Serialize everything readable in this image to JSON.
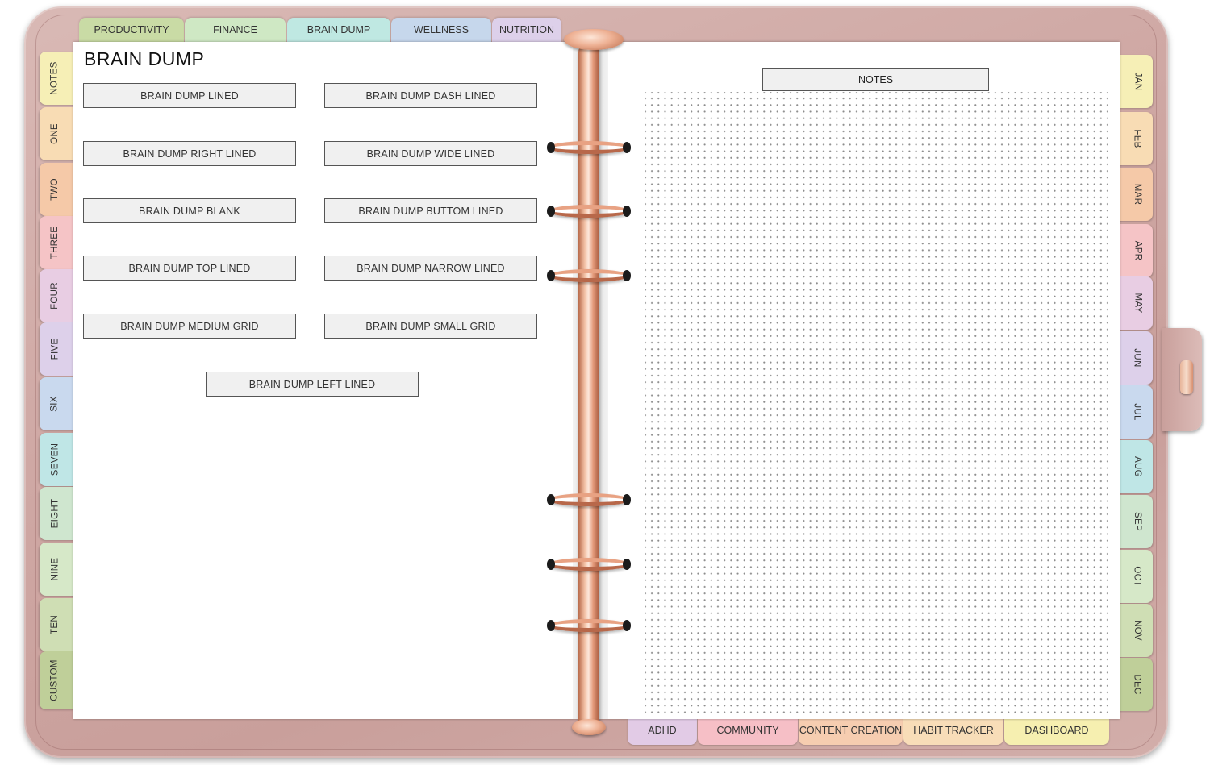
{
  "page": {
    "title": "BRAIN DUMP"
  },
  "templates": [
    {
      "label": "BRAIN DUMP LINED"
    },
    {
      "label": "BRAIN DUMP DASH LINED"
    },
    {
      "label": "BRAIN DUMP RIGHT LINED"
    },
    {
      "label": "BRAIN DUMP WIDE LINED"
    },
    {
      "label": "BRAIN DUMP BLANK"
    },
    {
      "label": "BRAIN DUMP BUTTOM LINED"
    },
    {
      "label": "BRAIN DUMP TOP LINED"
    },
    {
      "label": "BRAIN DUMP NARROW LINED"
    },
    {
      "label": "BRAIN DUMP MEDIUM GRID"
    },
    {
      "label": "BRAIN DUMP SMALL GRID"
    },
    {
      "label": "BRAIN DUMP LEFT LINED"
    }
  ],
  "notes": {
    "label": "NOTES"
  },
  "top_tabs": [
    {
      "label": "PRODUCTIVITY",
      "color": "#c9dba5"
    },
    {
      "label": "FINANCE",
      "color": "#cfe8c4"
    },
    {
      "label": "BRAIN DUMP",
      "color": "#bfe8e2"
    },
    {
      "label": "WELLNESS",
      "color": "#c6d7ec"
    },
    {
      "label": "NUTRITION",
      "color": "#ddd0ea"
    }
  ],
  "left_tabs": [
    {
      "label": "NOTES",
      "color": "#f6efb6"
    },
    {
      "label": "ONE",
      "color": "#f8dcb4"
    },
    {
      "label": "TWO",
      "color": "#f5c9a8"
    },
    {
      "label": "THREE",
      "color": "#f5c4c6"
    },
    {
      "label": "FOUR",
      "color": "#e8cde3"
    },
    {
      "label": "FIVE",
      "color": "#ddd0ea"
    },
    {
      "label": "SIX",
      "color": "#c9d9ee"
    },
    {
      "label": "SEVEN",
      "color": "#bfe6e6"
    },
    {
      "label": "EIGHT",
      "color": "#cfe6cf"
    },
    {
      "label": "NINE",
      "color": "#d6e8c8"
    },
    {
      "label": "TEN",
      "color": "#cfdeb4"
    },
    {
      "label": "CUSTOM",
      "color": "#bfcf99"
    }
  ],
  "right_tabs": [
    {
      "label": "JAN",
      "color": "#f6efb6"
    },
    {
      "label": "FEB",
      "color": "#f8dcb4"
    },
    {
      "label": "MAR",
      "color": "#f5c9a8"
    },
    {
      "label": "APR",
      "color": "#f5c4c6"
    },
    {
      "label": "MAY",
      "color": "#e8cde3"
    },
    {
      "label": "JUN",
      "color": "#ddd0ea"
    },
    {
      "label": "JUL",
      "color": "#c9d9ee"
    },
    {
      "label": "AUG",
      "color": "#bfe6e6"
    },
    {
      "label": "SEP",
      "color": "#cfe6cf"
    },
    {
      "label": "OCT",
      "color": "#d6e8c8"
    },
    {
      "label": "NOV",
      "color": "#cfdeb4"
    },
    {
      "label": "DEC",
      "color": "#bfcf99"
    }
  ],
  "bottom_tabs": [
    {
      "label": "ADHD",
      "color": "#e2cbe6"
    },
    {
      "label": "COMMUNITY",
      "color": "#f6bfc6"
    },
    {
      "label": "CONTENT CREATION",
      "color": "#f6cdb0"
    },
    {
      "label": "HABIT TRACKER",
      "color": "#f8ddb8"
    },
    {
      "label": "DASHBOARD",
      "color": "#f6efb0"
    }
  ]
}
